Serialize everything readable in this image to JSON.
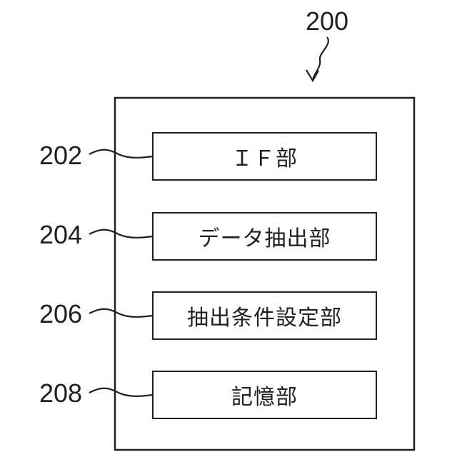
{
  "device": {
    "ref": "200"
  },
  "blocks": [
    {
      "ref": "202",
      "label": "ＩＦ部"
    },
    {
      "ref": "204",
      "label": "データ抽出部"
    },
    {
      "ref": "206",
      "label": "抽出条件設定部"
    },
    {
      "ref": "208",
      "label": "記憶部"
    }
  ],
  "colors": {
    "line": "#231f20",
    "background": "#ffffff"
  }
}
